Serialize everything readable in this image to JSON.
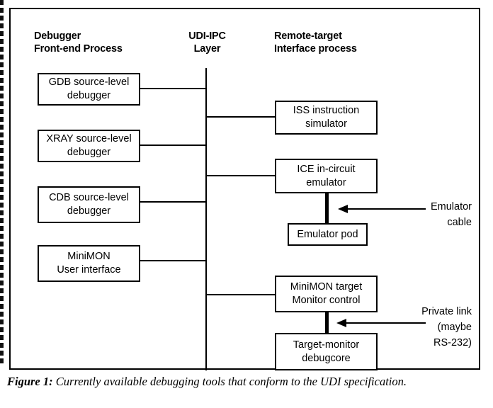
{
  "figure": {
    "caption_label": "Figure 1:",
    "caption_text": "Currently available debugging tools that conform to the UDI specification.",
    "accent_color": "#000000",
    "background_color": "#ffffff"
  },
  "columns": {
    "left_heading": "Debugger\nFront-end Process",
    "middle_heading": "UDI-IPC\nLayer",
    "right_heading": "Remote-target\nInterface process"
  },
  "diagram": {
    "type": "block-diagram",
    "left_nodes": [
      {
        "id": "gdb",
        "label": "GDB source-level\ndebugger"
      },
      {
        "id": "xray",
        "label": "XRAY source-level\ndebugger"
      },
      {
        "id": "cdb",
        "label": "CDB source-level\ndebugger"
      },
      {
        "id": "minimon-ui",
        "label": "MiniMON\nUser interface"
      }
    ],
    "right_nodes": [
      {
        "id": "iss",
        "label": "ISS instruction\nsimulator"
      },
      {
        "id": "ice",
        "label": "ICE in-circuit\nemulator"
      },
      {
        "id": "emulator-pod",
        "label": "Emulator pod"
      },
      {
        "id": "minimon-target",
        "label": "MiniMON target\nMonitor control"
      },
      {
        "id": "target-monitor",
        "label": "Target-monitor\ndebugcore"
      }
    ],
    "annotations": [
      {
        "id": "emulator-cable",
        "label": "Emulator\ncable"
      },
      {
        "id": "private-link",
        "label": "Private link\n(maybe\nRS-232)"
      }
    ],
    "connections": [
      {
        "from": "gdb",
        "to": "udi-ipc-layer"
      },
      {
        "from": "xray",
        "to": "udi-ipc-layer"
      },
      {
        "from": "cdb",
        "to": "udi-ipc-layer"
      },
      {
        "from": "minimon-ui",
        "to": "udi-ipc-layer"
      },
      {
        "from": "udi-ipc-layer",
        "to": "iss"
      },
      {
        "from": "udi-ipc-layer",
        "to": "ice"
      },
      {
        "from": "udi-ipc-layer",
        "to": "minimon-target"
      },
      {
        "from": "ice",
        "to": "emulator-pod",
        "style": "thick-cable"
      },
      {
        "from": "minimon-target",
        "to": "target-monitor",
        "style": "thick-cable"
      }
    ]
  }
}
